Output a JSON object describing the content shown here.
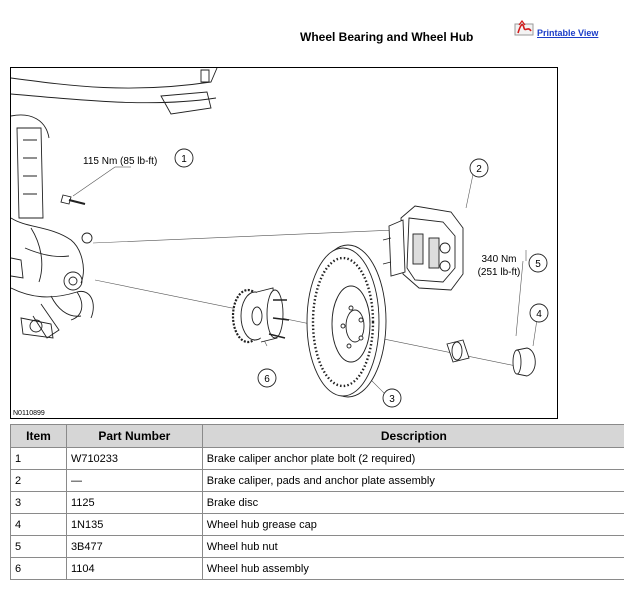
{
  "header": {
    "title": "Wheel Bearing and Wheel Hub",
    "printable_label": "Printable View",
    "printable_icon": "pdf-icon"
  },
  "figure": {
    "id_label": "N0110899",
    "callouts": [
      {
        "num": "1",
        "torque": "115 Nm (85 lb-ft)"
      },
      {
        "num": "2"
      },
      {
        "num": "3"
      },
      {
        "num": "4"
      },
      {
        "num": "5",
        "torque_line1": "340 Nm",
        "torque_line2": "(251 lb-ft)"
      },
      {
        "num": "6"
      }
    ]
  },
  "table": {
    "headers": [
      "Item",
      "Part Number",
      "Description"
    ],
    "rows": [
      {
        "item": "1",
        "part": "W710233",
        "desc": "Brake caliper anchor plate bolt (2 required)"
      },
      {
        "item": "2",
        "part": "—",
        "desc": "Brake caliper, pads and anchor plate assembly"
      },
      {
        "item": "3",
        "part": "1125",
        "desc": "Brake disc"
      },
      {
        "item": "4",
        "part": "1N135",
        "desc": "Wheel hub grease cap"
      },
      {
        "item": "5",
        "part": "3B477",
        "desc": "Wheel hub nut"
      },
      {
        "item": "6",
        "part": "1104",
        "desc": "Wheel hub assembly"
      }
    ]
  }
}
